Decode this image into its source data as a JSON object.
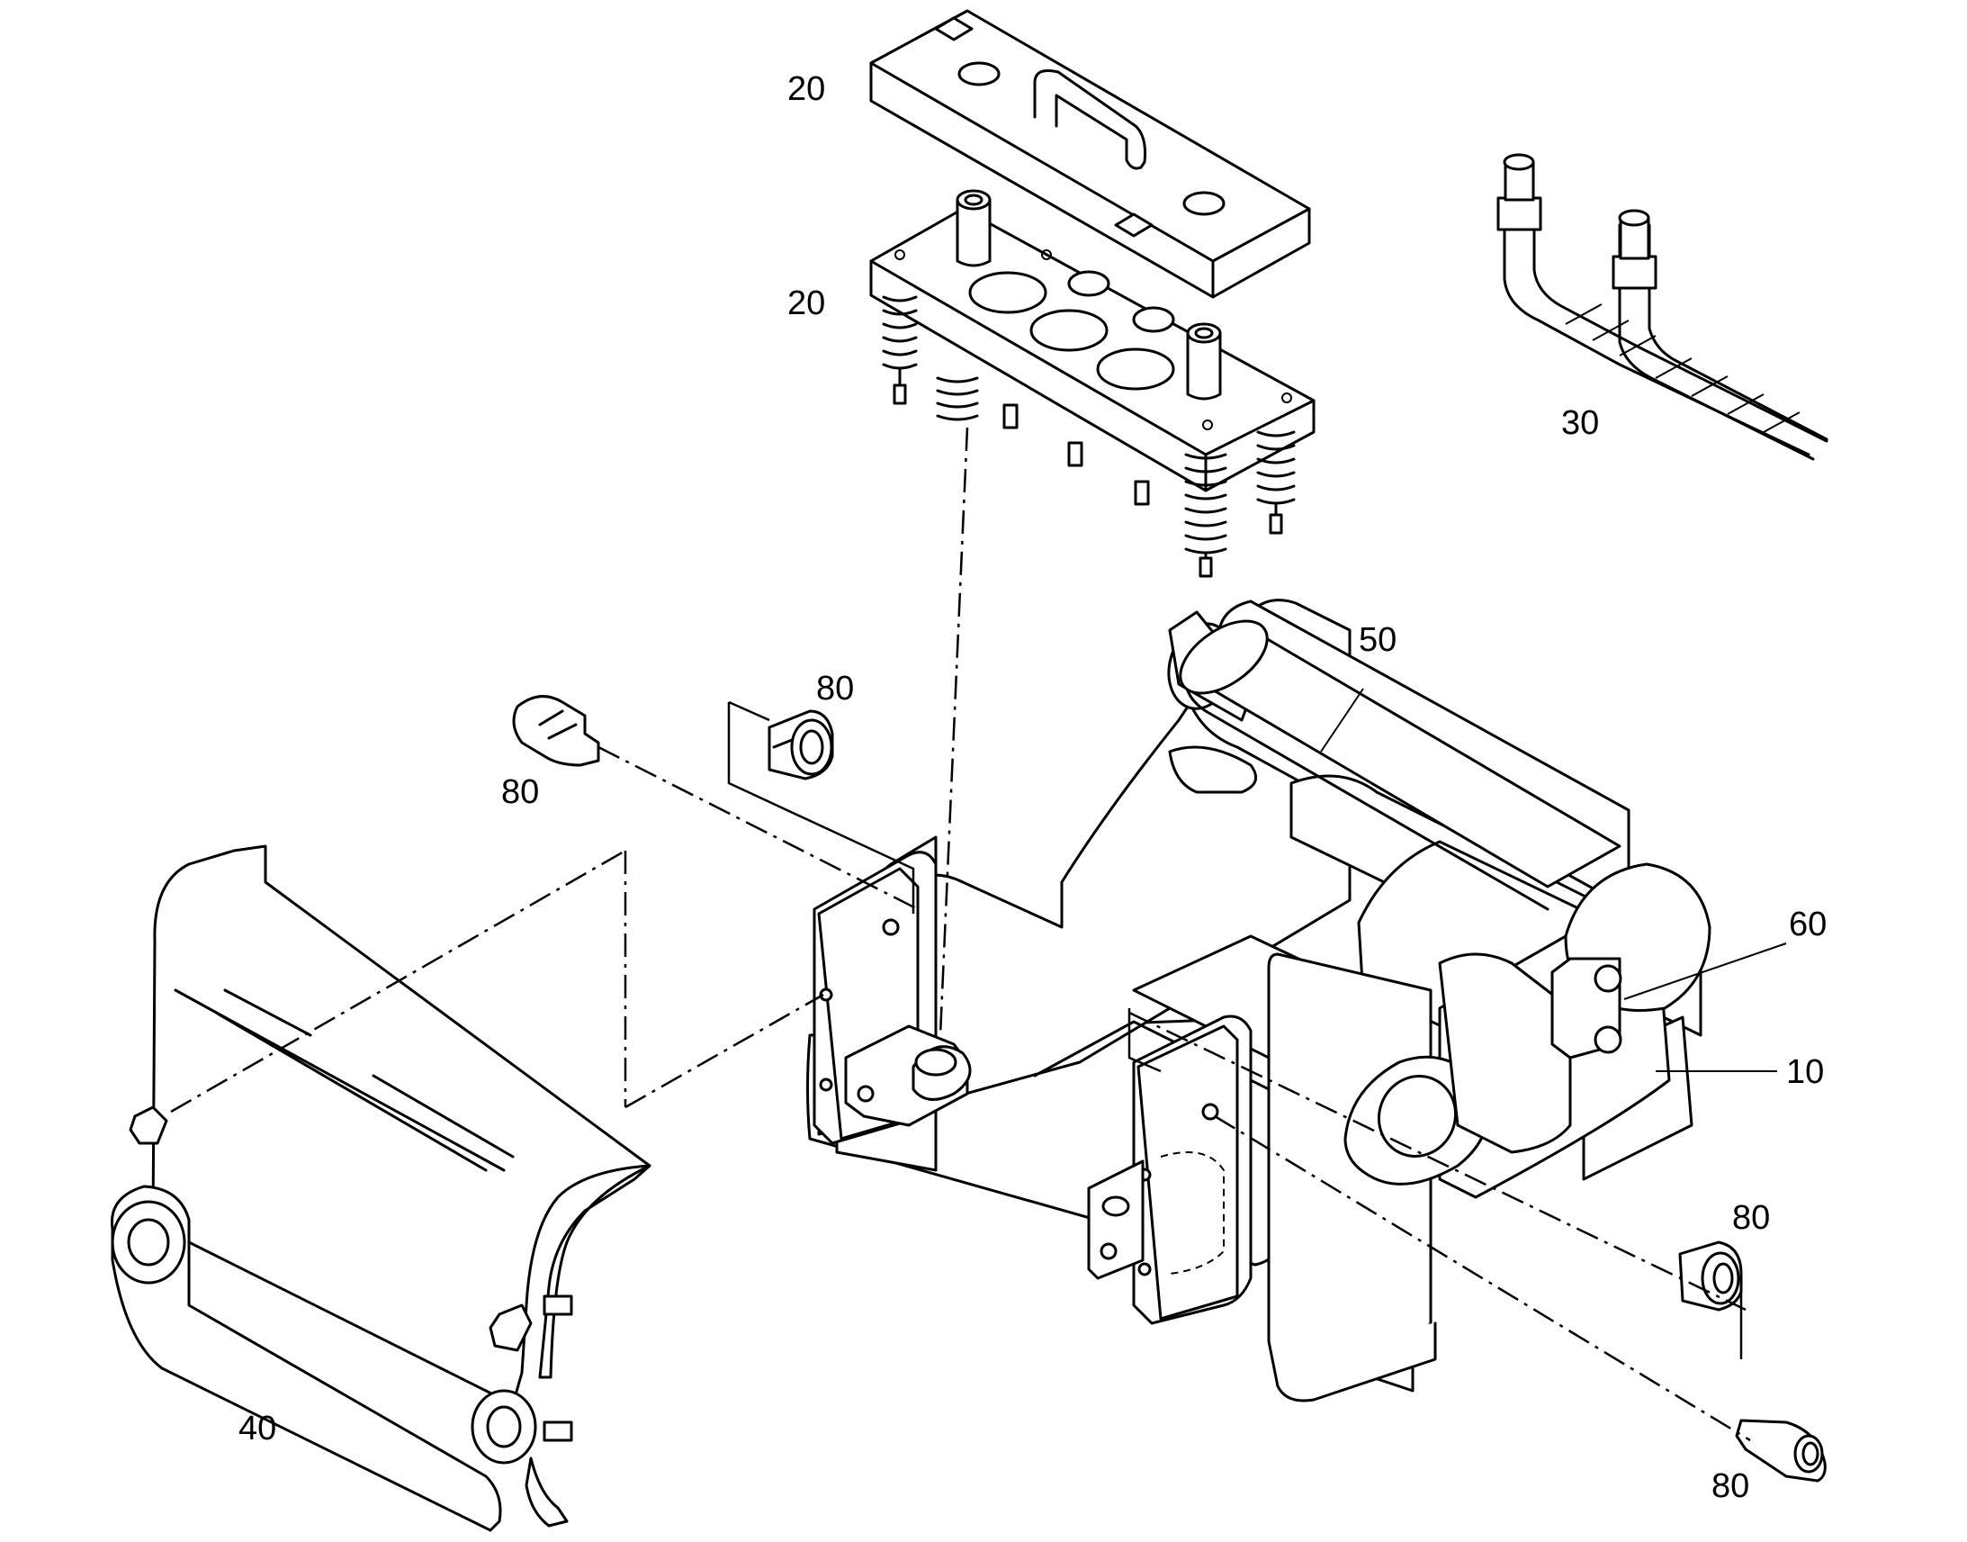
{
  "labels": {
    "p20_top": "20",
    "p20_mid": "20",
    "p30": "30",
    "p50": "50",
    "p80_cap": "80",
    "p80_bolt_left": "80",
    "p60": "60",
    "p10": "10",
    "p80_right": "80",
    "p80_bottom": "80",
    "p40": "40"
  },
  "colors": {
    "line": "#000000",
    "background": "#ffffff"
  }
}
